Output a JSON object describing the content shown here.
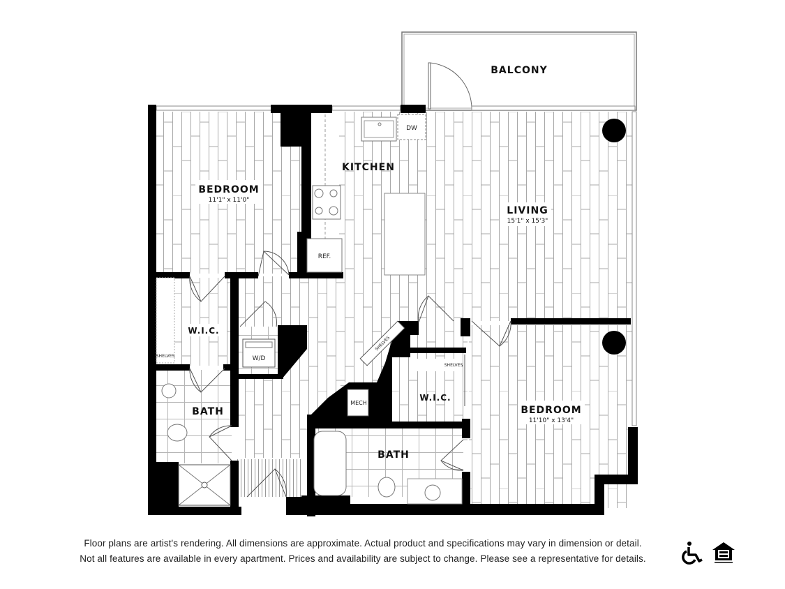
{
  "floorplan": {
    "rooms": [
      {
        "id": "balcony",
        "label": "BALCONY",
        "dimensions": ""
      },
      {
        "id": "kitchen",
        "label": "KITCHEN",
        "dimensions": ""
      },
      {
        "id": "bedroom-1",
        "label": "BEDROOM",
        "dimensions": "11'1\" x 11'0\""
      },
      {
        "id": "living",
        "label": "LIVING",
        "dimensions": "15'1\" x 15'3\""
      },
      {
        "id": "wic-1",
        "label": "W.I.C.",
        "dimensions": ""
      },
      {
        "id": "bath-1",
        "label": "BATH",
        "dimensions": ""
      },
      {
        "id": "bath-2",
        "label": "BATH",
        "dimensions": ""
      },
      {
        "id": "wic-2",
        "label": "W.I.C.",
        "dimensions": ""
      },
      {
        "id": "bedroom-2",
        "label": "BEDROOM",
        "dimensions": "11'10\" x 13'4\""
      }
    ],
    "fixtures": {
      "dishwasher": "DW",
      "refrigerator": "REF.",
      "washer_dryer": "W/D",
      "mechanical": "MECH",
      "shelves_diag": "SHELVES",
      "shelves_wic1": "SHELVES",
      "shelves_wic2": "SHELVES"
    },
    "colors": {
      "wall": "#000000",
      "floor_line": "#9a9a9a",
      "background": "#ffffff"
    }
  },
  "disclaimer": {
    "line1": "Floor plans are artist's rendering. All dimensions are approximate. Actual product and specifications may vary in dimension or detail.",
    "line2": "Not all features are available in every apartment. Prices and availability are subject to change. Please see a representative for details."
  },
  "logos": {
    "accessibility": "wheelchair-accessibility-icon",
    "equal_housing": "equal-housing-opportunity-icon"
  }
}
